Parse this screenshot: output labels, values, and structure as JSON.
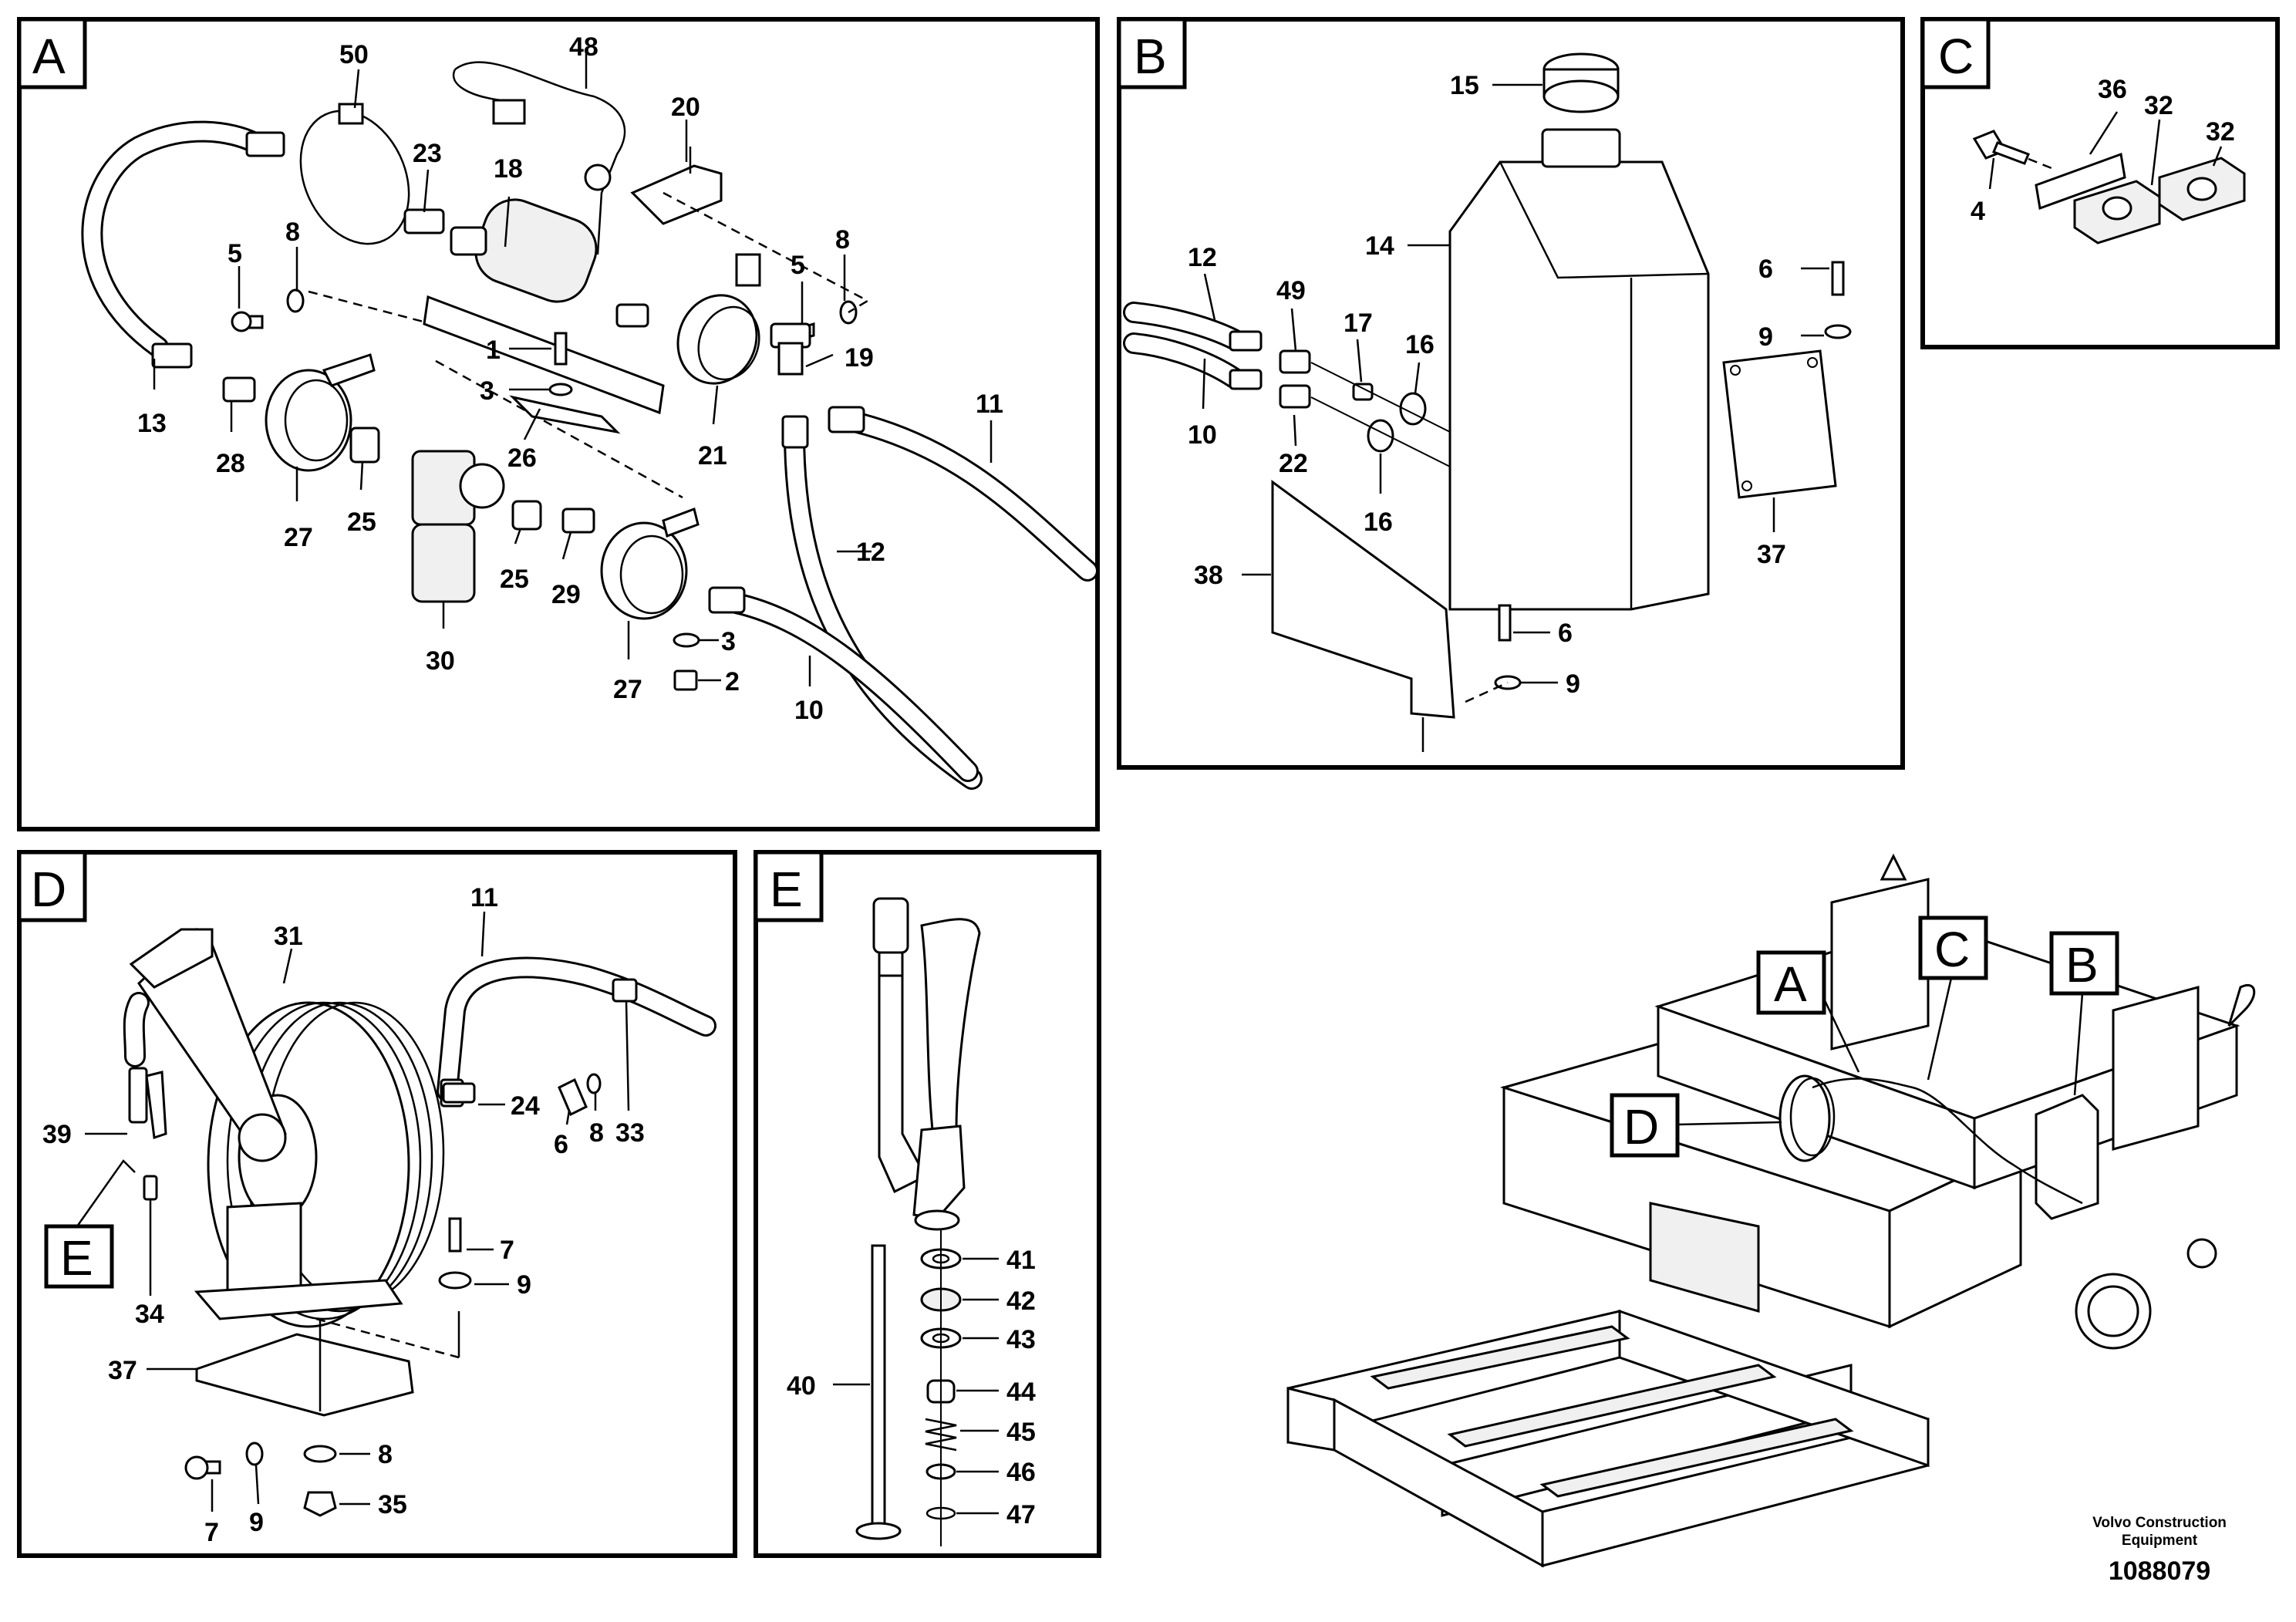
{
  "panels": {
    "A": {
      "tag": "A",
      "labels": [
        "50",
        "48",
        "20",
        "23",
        "18",
        "8",
        "5",
        "8",
        "5",
        "1",
        "19",
        "11",
        "3",
        "26",
        "13",
        "28",
        "27",
        "25",
        "21",
        "12",
        "25",
        "29",
        "30",
        "3",
        "2",
        "27",
        "10"
      ]
    },
    "B": {
      "tag": "B",
      "labels": [
        "15",
        "14",
        "6",
        "12",
        "49",
        "17",
        "16",
        "9",
        "10",
        "22",
        "16",
        "37",
        "38",
        "6",
        "9"
      ]
    },
    "C": {
      "tag": "C",
      "labels": [
        "36",
        "32",
        "32",
        "4"
      ]
    },
    "D": {
      "tag": "D",
      "labels": [
        "31",
        "11",
        "39",
        "24",
        "6",
        "8",
        "33",
        "E",
        "7",
        "9",
        "34",
        "37",
        "8",
        "7",
        "9",
        "35"
      ]
    },
    "E": {
      "tag": "E",
      "labels": [
        "41",
        "42",
        "43",
        "40",
        "44",
        "45",
        "46",
        "47"
      ]
    }
  },
  "overview": {
    "callouts": [
      "A",
      "C",
      "B",
      "D"
    ]
  },
  "footer": {
    "brand_line1": "Volvo Construction",
    "brand_line2": "Equipment",
    "doc_number": "1088079"
  }
}
